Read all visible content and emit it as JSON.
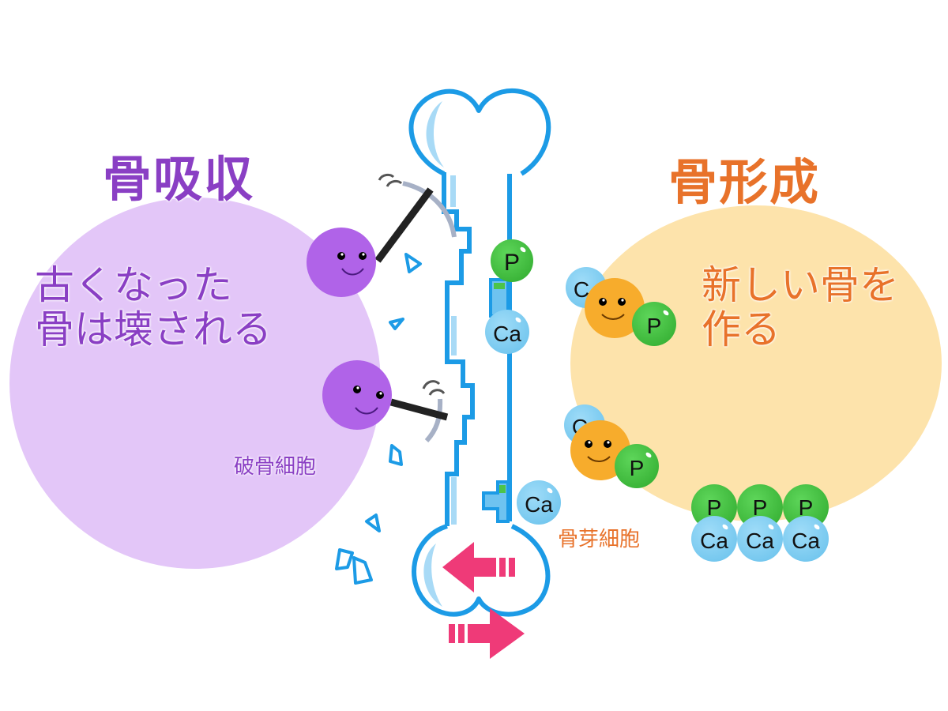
{
  "left_panel": {
    "title": "骨吸収",
    "caption_line1": "古くなった",
    "caption_line2": "骨は壊される",
    "cell_label": "破骨細胞",
    "color_text": "#8a3fc4",
    "color_bg": "#e3c6f8",
    "color_cell": "#b063e8"
  },
  "right_panel": {
    "title": "骨形成",
    "caption_line1": "新しい骨を",
    "caption_line2": "作る",
    "cell_label": "骨芽細胞",
    "color_text": "#e8722a",
    "color_bg": "#fde3ab",
    "color_cell": "#f7ac2c"
  },
  "ions": {
    "phosphorus": "P",
    "calcium": "Ca",
    "calcium_partial": "C",
    "color_p": "#4cc44a",
    "color_ca": "#86d1f4"
  },
  "bone": {
    "outline_color": "#1c9be6",
    "inner_color": "#a8daf6"
  },
  "arrows": {
    "color": "#ef3a78"
  }
}
